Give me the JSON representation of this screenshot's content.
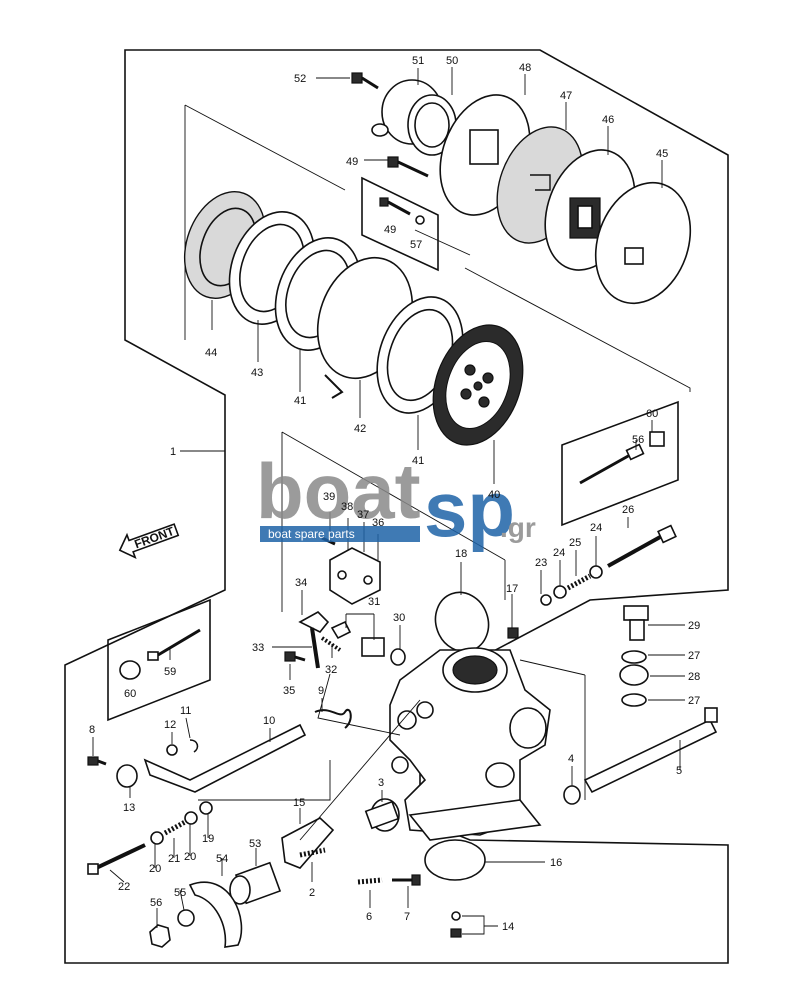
{
  "diagram": {
    "front_label": "FRONT",
    "watermark": {
      "brand": "boatsp",
      "suffix": ".gr",
      "tagline": "boat spare parts",
      "colors": {
        "gray": "#8a8a8a",
        "blue": "#1e63a8",
        "tagline_bg": "#1e63a8"
      }
    },
    "callouts": [
      {
        "id": "c52",
        "text": "52"
      },
      {
        "id": "c51",
        "text": "51"
      },
      {
        "id": "c50",
        "text": "50"
      },
      {
        "id": "c48",
        "text": "48"
      },
      {
        "id": "c47",
        "text": "47"
      },
      {
        "id": "c46",
        "text": "46"
      },
      {
        "id": "c45",
        "text": "45"
      },
      {
        "id": "c49a",
        "text": "49"
      },
      {
        "id": "c49b",
        "text": "49"
      },
      {
        "id": "c57",
        "text": "57"
      },
      {
        "id": "c44",
        "text": "44"
      },
      {
        "id": "c43",
        "text": "43"
      },
      {
        "id": "c41a",
        "text": "41"
      },
      {
        "id": "c42",
        "text": "42"
      },
      {
        "id": "c41b",
        "text": "41"
      },
      {
        "id": "c40",
        "text": "40"
      },
      {
        "id": "c1",
        "text": "1"
      },
      {
        "id": "c60a",
        "text": "60"
      },
      {
        "id": "c56",
        "text": "56"
      },
      {
        "id": "c26",
        "text": "26"
      },
      {
        "id": "c39",
        "text": "39"
      },
      {
        "id": "c38",
        "text": "38"
      },
      {
        "id": "c37",
        "text": "37"
      },
      {
        "id": "c36",
        "text": "36"
      },
      {
        "id": "c18",
        "text": "18"
      },
      {
        "id": "c17",
        "text": "17"
      },
      {
        "id": "c23",
        "text": "23"
      },
      {
        "id": "c24a",
        "text": "24"
      },
      {
        "id": "c25",
        "text": "25"
      },
      {
        "id": "c24b",
        "text": "24"
      },
      {
        "id": "c34",
        "text": "34"
      },
      {
        "id": "c31",
        "text": "31"
      },
      {
        "id": "c30",
        "text": "30"
      },
      {
        "id": "c33",
        "text": "33"
      },
      {
        "id": "c32",
        "text": "32"
      },
      {
        "id": "c29",
        "text": "29"
      },
      {
        "id": "c27a",
        "text": "27"
      },
      {
        "id": "c28",
        "text": "28"
      },
      {
        "id": "c27b",
        "text": "27"
      },
      {
        "id": "c59",
        "text": "59"
      },
      {
        "id": "c60b",
        "text": "60"
      },
      {
        "id": "c35",
        "text": "35"
      },
      {
        "id": "c9",
        "text": "9"
      },
      {
        "id": "c8",
        "text": "8"
      },
      {
        "id": "c12",
        "text": "12"
      },
      {
        "id": "c11",
        "text": "11"
      },
      {
        "id": "c10",
        "text": "10"
      },
      {
        "id": "c13",
        "text": "13"
      },
      {
        "id": "c4",
        "text": "4"
      },
      {
        "id": "c5",
        "text": "5"
      },
      {
        "id": "c3",
        "text": "3"
      },
      {
        "id": "c15",
        "text": "15"
      },
      {
        "id": "c19",
        "text": "19"
      },
      {
        "id": "c20a",
        "text": "20"
      },
      {
        "id": "c21",
        "text": "21"
      },
      {
        "id": "c20b",
        "text": "20"
      },
      {
        "id": "c22",
        "text": "22"
      },
      {
        "id": "c53",
        "text": "53"
      },
      {
        "id": "c54",
        "text": "54"
      },
      {
        "id": "c2",
        "text": "2"
      },
      {
        "id": "c16",
        "text": "16"
      },
      {
        "id": "c6",
        "text": "6"
      },
      {
        "id": "c7",
        "text": "7"
      },
      {
        "id": "c55",
        "text": "55"
      },
      {
        "id": "c56b",
        "text": "56"
      },
      {
        "id": "c14",
        "text": "14"
      }
    ]
  }
}
